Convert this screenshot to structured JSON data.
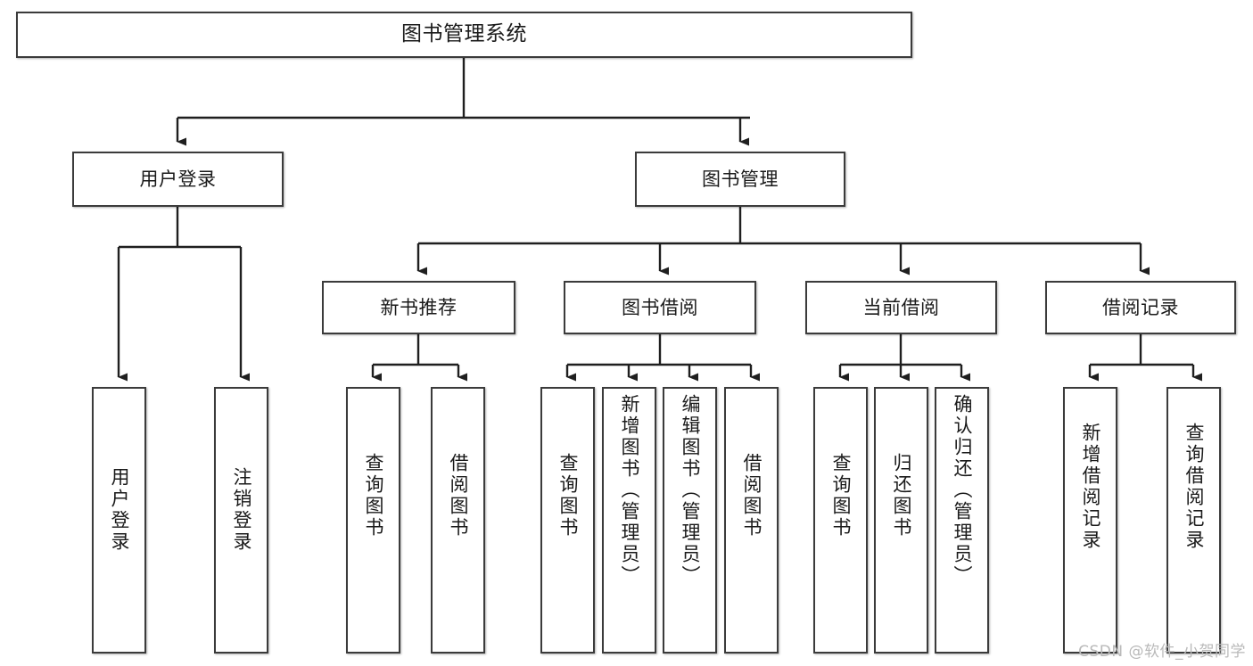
{
  "diagram": {
    "type": "tree",
    "title": "图书管理系统",
    "watermark": "CSDN @软件_小贺同学",
    "colors": {
      "box_border": "#3b3b3b",
      "box_fill": "#ffffff",
      "connector": "#1f1f1f",
      "text": "#1a1a1a",
      "watermark": "#b9b9b9"
    },
    "root": {
      "label": "图书管理系统"
    },
    "level1": [
      {
        "label": "用户登录"
      },
      {
        "label": "图书管理"
      }
    ],
    "level2": [
      {
        "label": "新书推荐"
      },
      {
        "label": "图书借阅"
      },
      {
        "label": "当前借阅"
      },
      {
        "label": "借阅记录"
      }
    ],
    "leaves": [
      {
        "label": "用户登录"
      },
      {
        "label": "注销登录"
      },
      {
        "label": "查询图书"
      },
      {
        "label": "借阅图书"
      },
      {
        "label": "查询图书"
      },
      {
        "label": "新增图书（管理员）"
      },
      {
        "label": "编辑图书（管理员）"
      },
      {
        "label": "借阅图书"
      },
      {
        "label": "查询图书"
      },
      {
        "label": "归还图书"
      },
      {
        "label": "确认归还（管理员）"
      },
      {
        "label": "新增借阅记录"
      },
      {
        "label": "查询借阅记录"
      }
    ]
  }
}
